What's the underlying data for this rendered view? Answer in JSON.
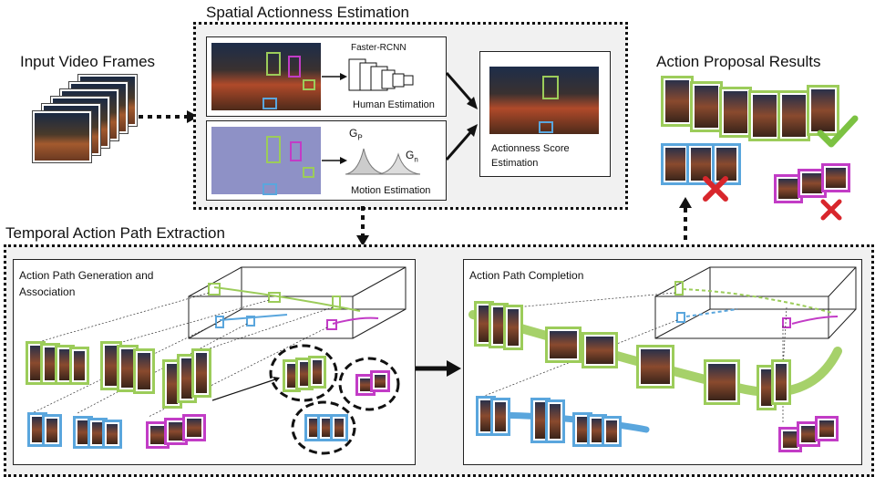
{
  "labels": {
    "input_video_frames": "Input Video Frames",
    "spatial_actionness_estimation": "Spatial Actionness Estimation",
    "faster_rcnn": "Faster-RCNN",
    "human_estimation": "Human Estimation",
    "motion_estimation": "Motion Estimation",
    "gp": "G",
    "gp_sub": "P",
    "gn": "G",
    "gn_sub": "n",
    "actionness_score_estimation_1": "Actionness Score",
    "actionness_score_estimation_2": "Estimation",
    "action_proposal_results": "Action Proposal  Results",
    "temporal_action_path_extraction": "Temporal Action Path Extraction",
    "action_path_generation_1": "Action Path Generation and",
    "action_path_generation_2": "Association",
    "action_path_completion": "Action Path Completion"
  },
  "colors": {
    "green": "#9ccc5a",
    "blue": "#5aa6dd",
    "magenta": "#c23cc6",
    "check": "#7cc242",
    "cross": "#d8262c"
  }
}
